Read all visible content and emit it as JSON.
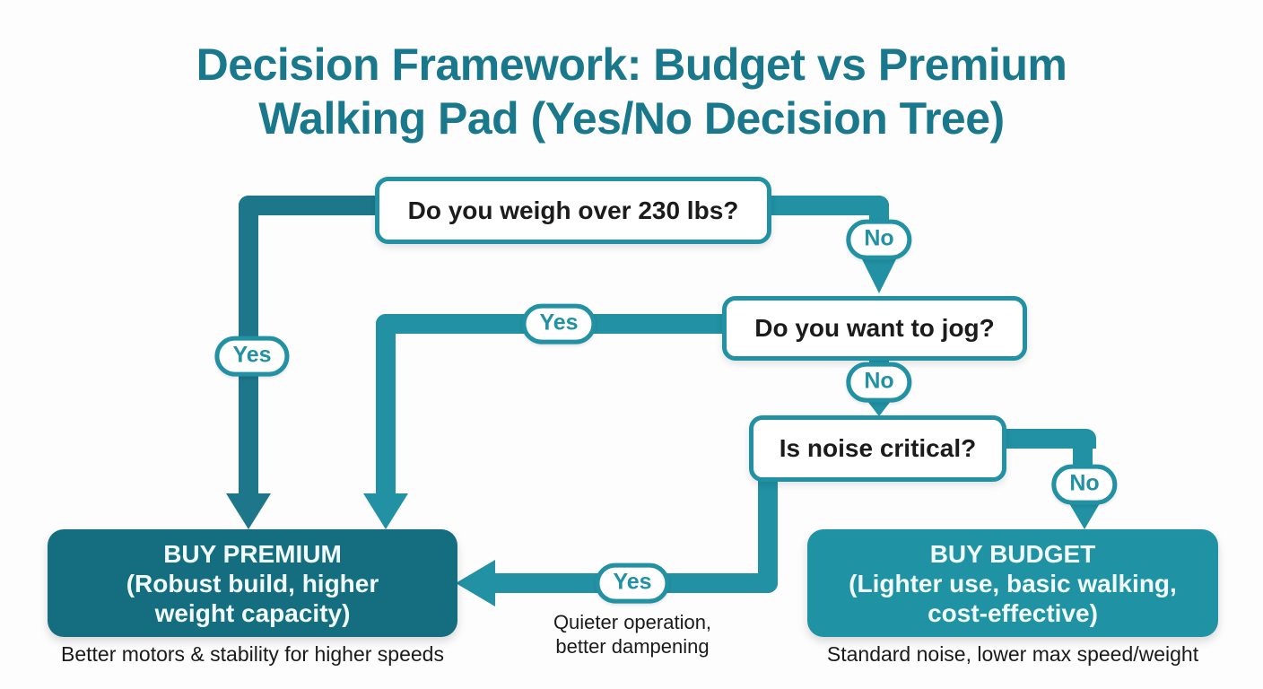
{
  "title": {
    "line1": "Decision Framework: Budget vs Premium",
    "line2": "Walking Pad (Yes/No Decision Tree)"
  },
  "nodes": {
    "q1": {
      "label": "Do you weigh over 230 lbs?"
    },
    "q2": {
      "label": "Do you want to jog?"
    },
    "q3": {
      "label": "Is noise critical?"
    },
    "premium": {
      "line1": "BUY PREMIUM",
      "line2": "(Robust build, higher",
      "line3": "weight capacity)",
      "caption": "Better motors & stability for higher speeds"
    },
    "budget": {
      "line1": "BUY BUDGET",
      "line2": "(Lighter use, basic walking,",
      "line3": "cost-effective)",
      "caption": "Standard noise, lower max speed/weight"
    }
  },
  "edge_labels": {
    "weight_yes": "Yes",
    "weight_no": "No",
    "jog_yes": "Yes",
    "jog_no": "No",
    "noise_yes": "Yes",
    "noise_no": "No"
  },
  "annotations": {
    "noise_yes_note": {
      "line1": "Quieter operation,",
      "line2": "better dampening"
    }
  },
  "colors": {
    "accent": "#2191a3",
    "accent_dark": "#1d7689",
    "premium_fill": "#156e80",
    "budget_fill": "#1f93a4",
    "title_color": "#19788c",
    "text_color": "#1b1b1b",
    "background": "#fdfdfd"
  }
}
